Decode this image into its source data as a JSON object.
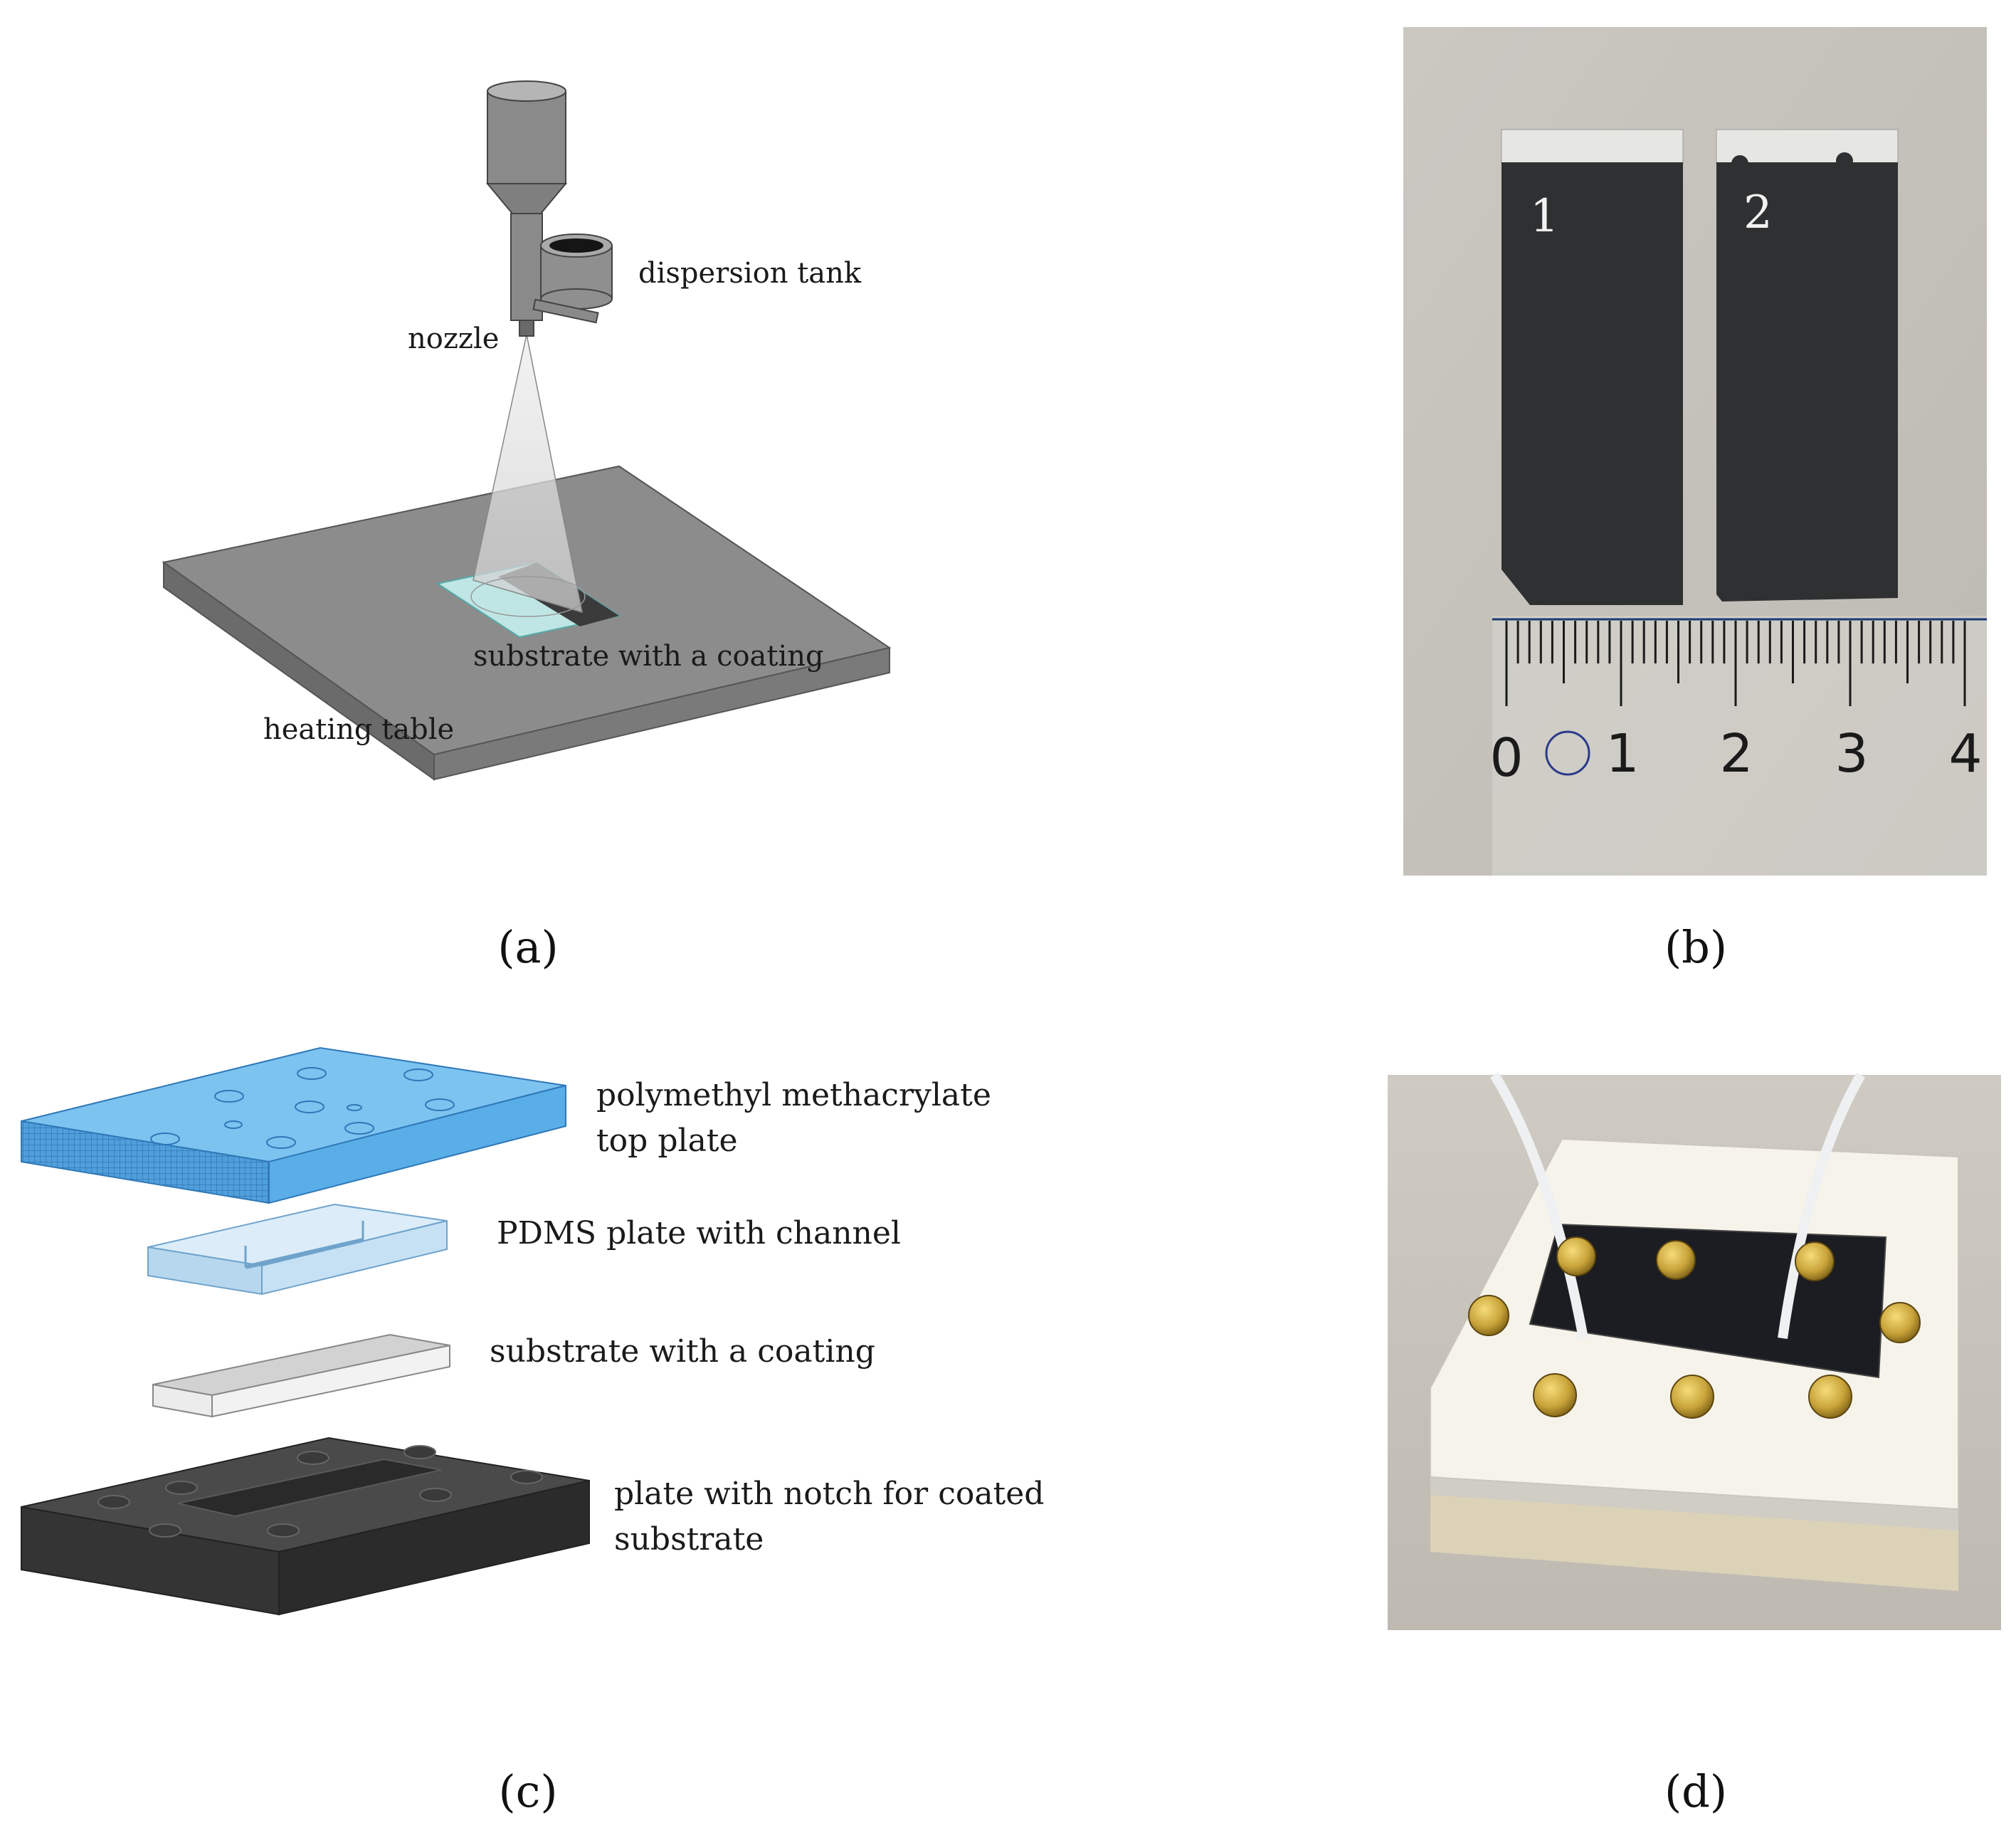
{
  "panels": {
    "a": {
      "letter": "(a)",
      "labels": {
        "dispersion_tank": "dispersion tank",
        "nozzle": "nozzle",
        "substrate": "substrate with a coating",
        "heating_table": "heating table"
      }
    },
    "b": {
      "letter": "(b)",
      "strip_labels": [
        "1",
        "2"
      ],
      "ruler_numbers": [
        "0",
        "1",
        "2",
        "3",
        "4"
      ]
    },
    "c": {
      "letter": "(c)",
      "labels": {
        "top_plate_line1": "polymethyl methacrylate",
        "top_plate_line2": "top plate",
        "pdms": "PDMS plate with channel",
        "substrate": "substrate with a coating",
        "notch_line1": "plate with notch for coated",
        "notch_line2": "substrate"
      }
    },
    "d": {
      "letter": "(d)"
    }
  },
  "colors": {
    "pmma_blue": "#5aaee8",
    "pdms_blue": "#cfe6f7",
    "notch_plate": "#3a3a3a",
    "photo_bg": "#c8c6bf",
    "coating_dark": "#2d2f30",
    "screw_gold": "#c9a43a"
  }
}
